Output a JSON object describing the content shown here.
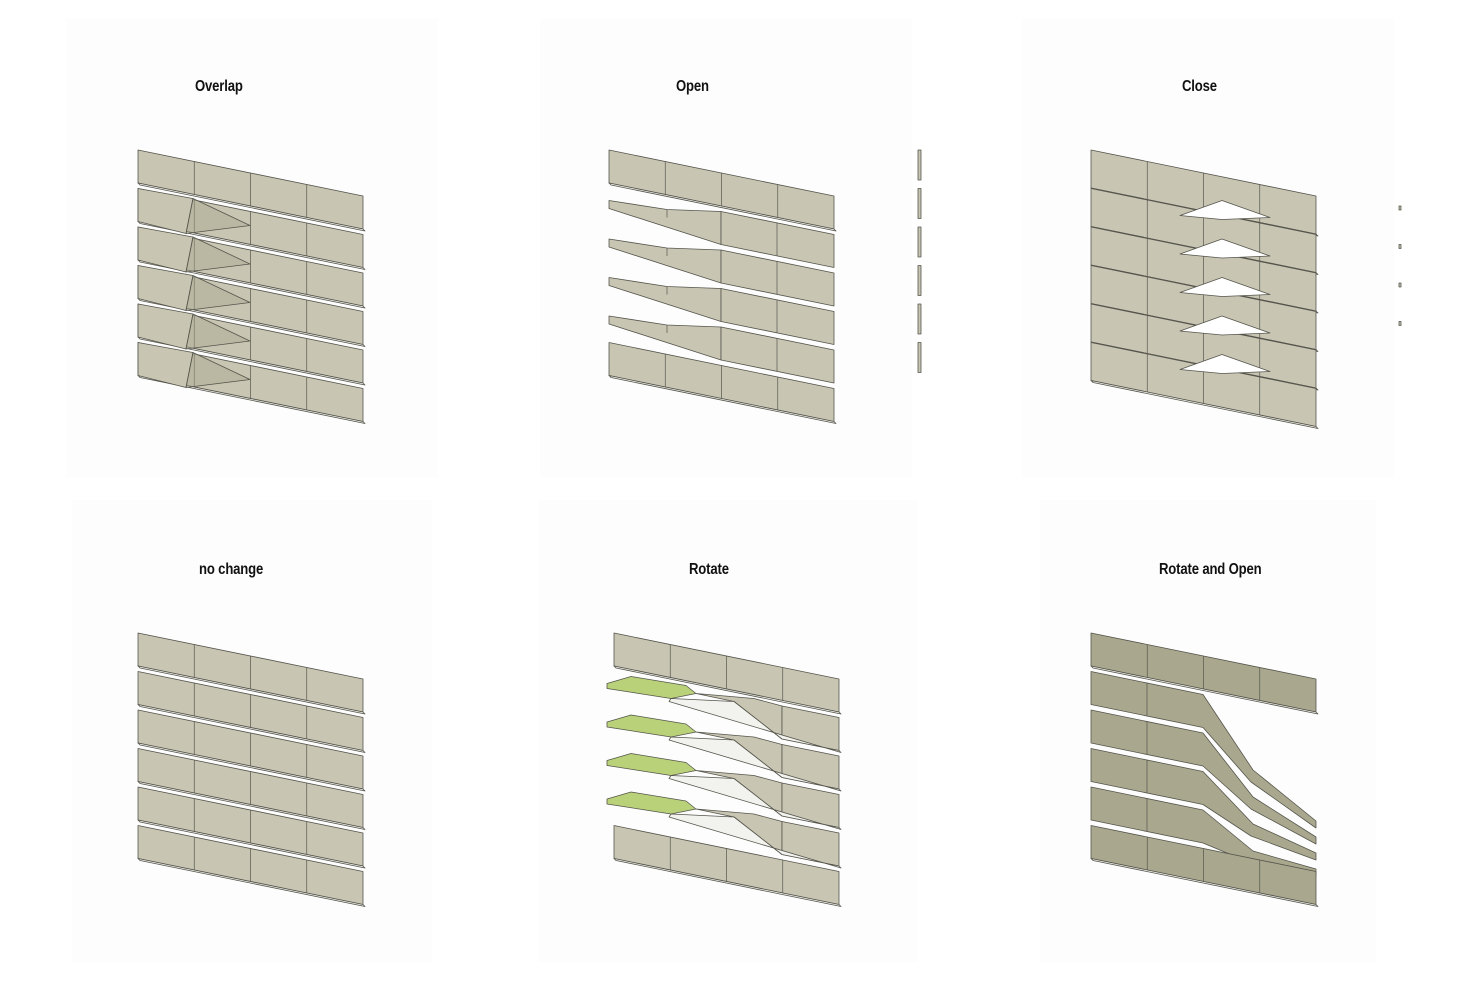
{
  "colors": {
    "panel": "#c8c5b3",
    "panel_dark": "#a9a88e",
    "edge": "#55554c",
    "underside": "#f2f2ee",
    "rotated": "#b9d27a"
  },
  "diagrams": [
    {
      "id": "overlap",
      "title": "Overlap"
    },
    {
      "id": "open",
      "title": "Open"
    },
    {
      "id": "close",
      "title": "Close"
    },
    {
      "id": "no-change",
      "title": "no change"
    },
    {
      "id": "rotate",
      "title": "Rotate"
    },
    {
      "id": "rotate-open",
      "title": "Rotate and Open"
    }
  ]
}
